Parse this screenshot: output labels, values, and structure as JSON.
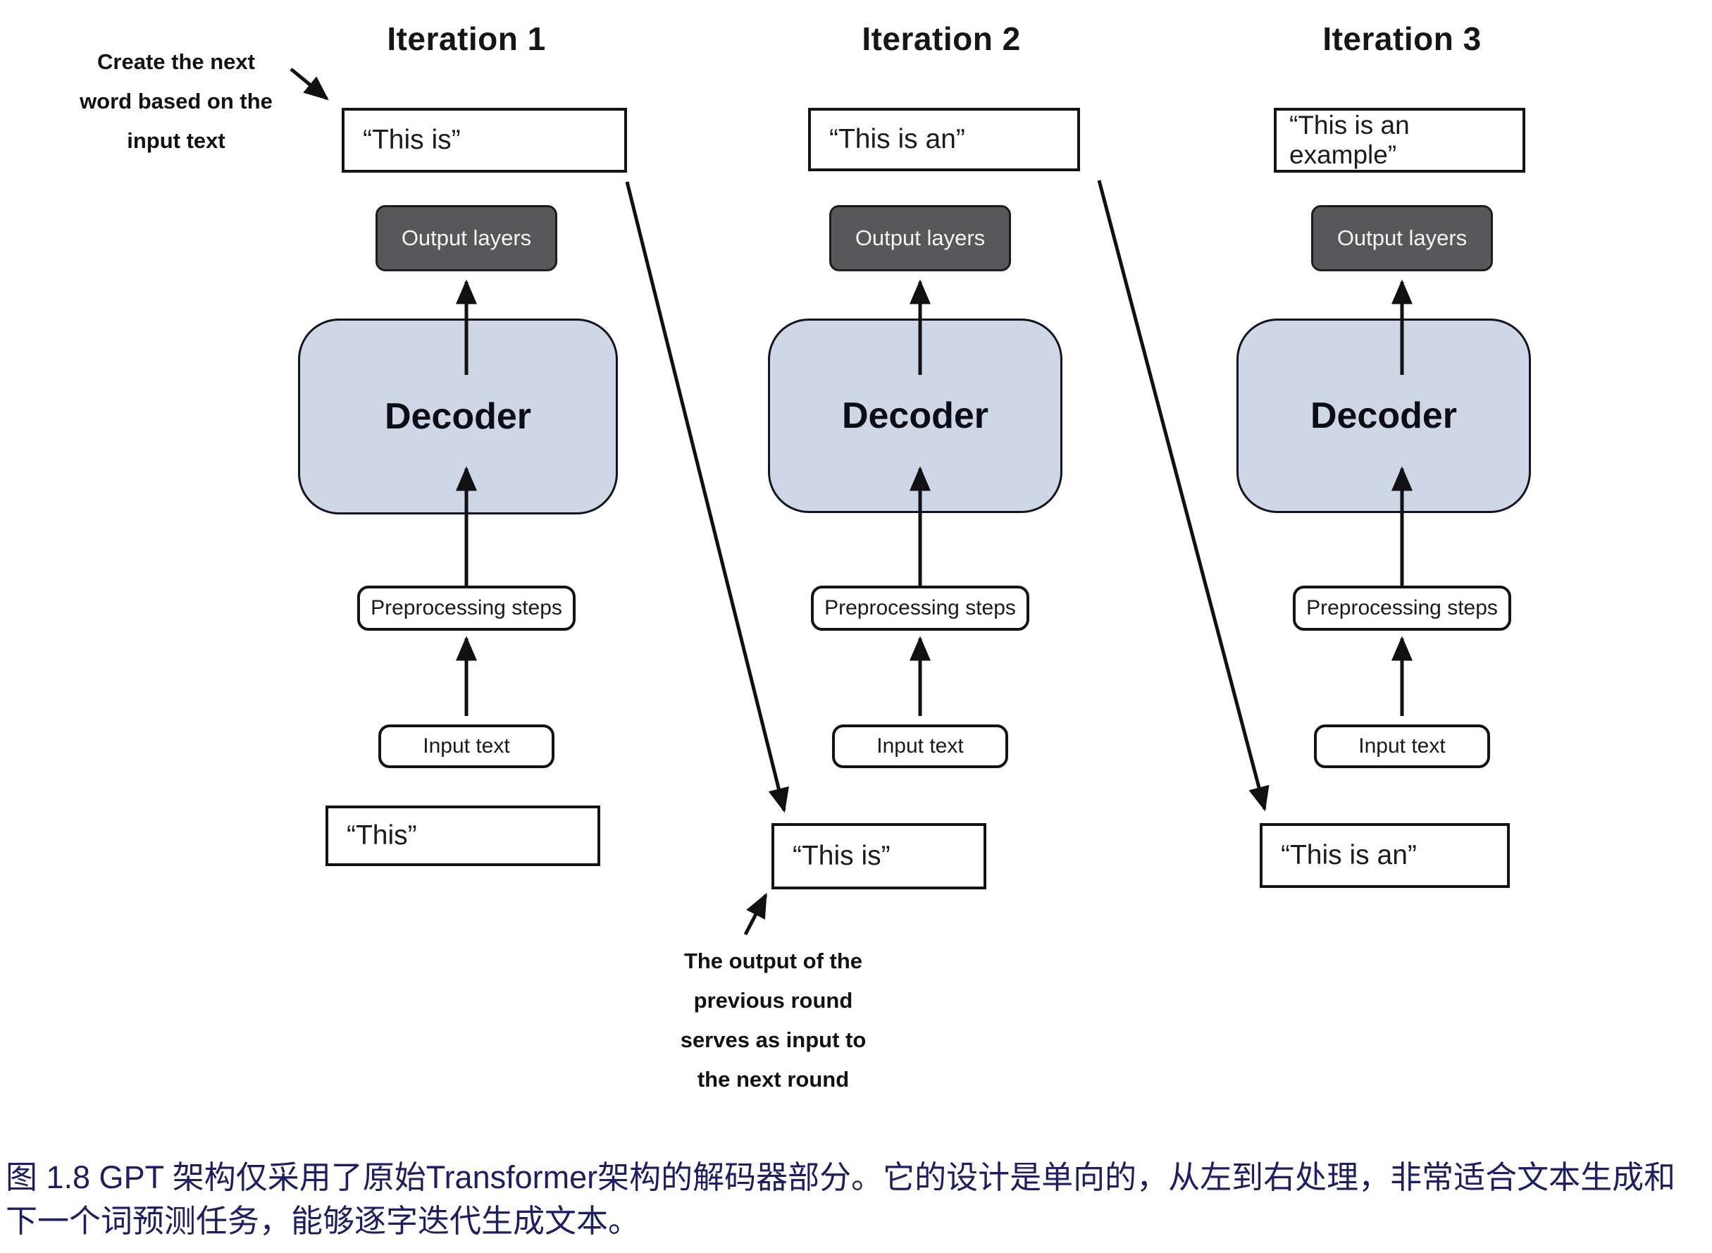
{
  "figure": {
    "columns": [
      {
        "title": "Iteration 1",
        "output_quote": "“This is”",
        "output_layers_label": "Output layers",
        "decoder_label": "Decoder",
        "preprocessing_label": "Preprocessing steps",
        "input_label": "Input text",
        "input_quote": "“This”"
      },
      {
        "title": "Iteration 2",
        "output_quote": "“This is an”",
        "output_layers_label": "Output layers",
        "decoder_label": "Decoder",
        "preprocessing_label": "Preprocessing steps",
        "input_label": "Input text",
        "input_quote": "“This is”"
      },
      {
        "title": "Iteration 3",
        "output_quote": "“This is an example”",
        "output_layers_label": "Output layers",
        "decoder_label": "Decoder",
        "preprocessing_label": "Preprocessing steps",
        "input_label": "Input text",
        "input_quote": "“This is an”"
      }
    ],
    "annotation_top": {
      "line1": "Create the next",
      "line2": "word based on the",
      "line3": "input text"
    },
    "annotation_bottom": {
      "line1": "The output of the",
      "line2": "previous round",
      "line3": "serves as input to",
      "line4": "the next round"
    }
  },
  "caption": {
    "text": "图 1.8  GPT 架构仅采用了原始Transformer架构的解码器部分。它的设计是单向的，从左到右处理，非常适合文本生成和下一个词预测任务，能够逐字迭代生成文本。"
  },
  "colors": {
    "caption_text": "#1e1e64",
    "decoder_fill": "#cdd7e6",
    "output_layers_fill": "#58585a",
    "line_color": "#111111"
  }
}
